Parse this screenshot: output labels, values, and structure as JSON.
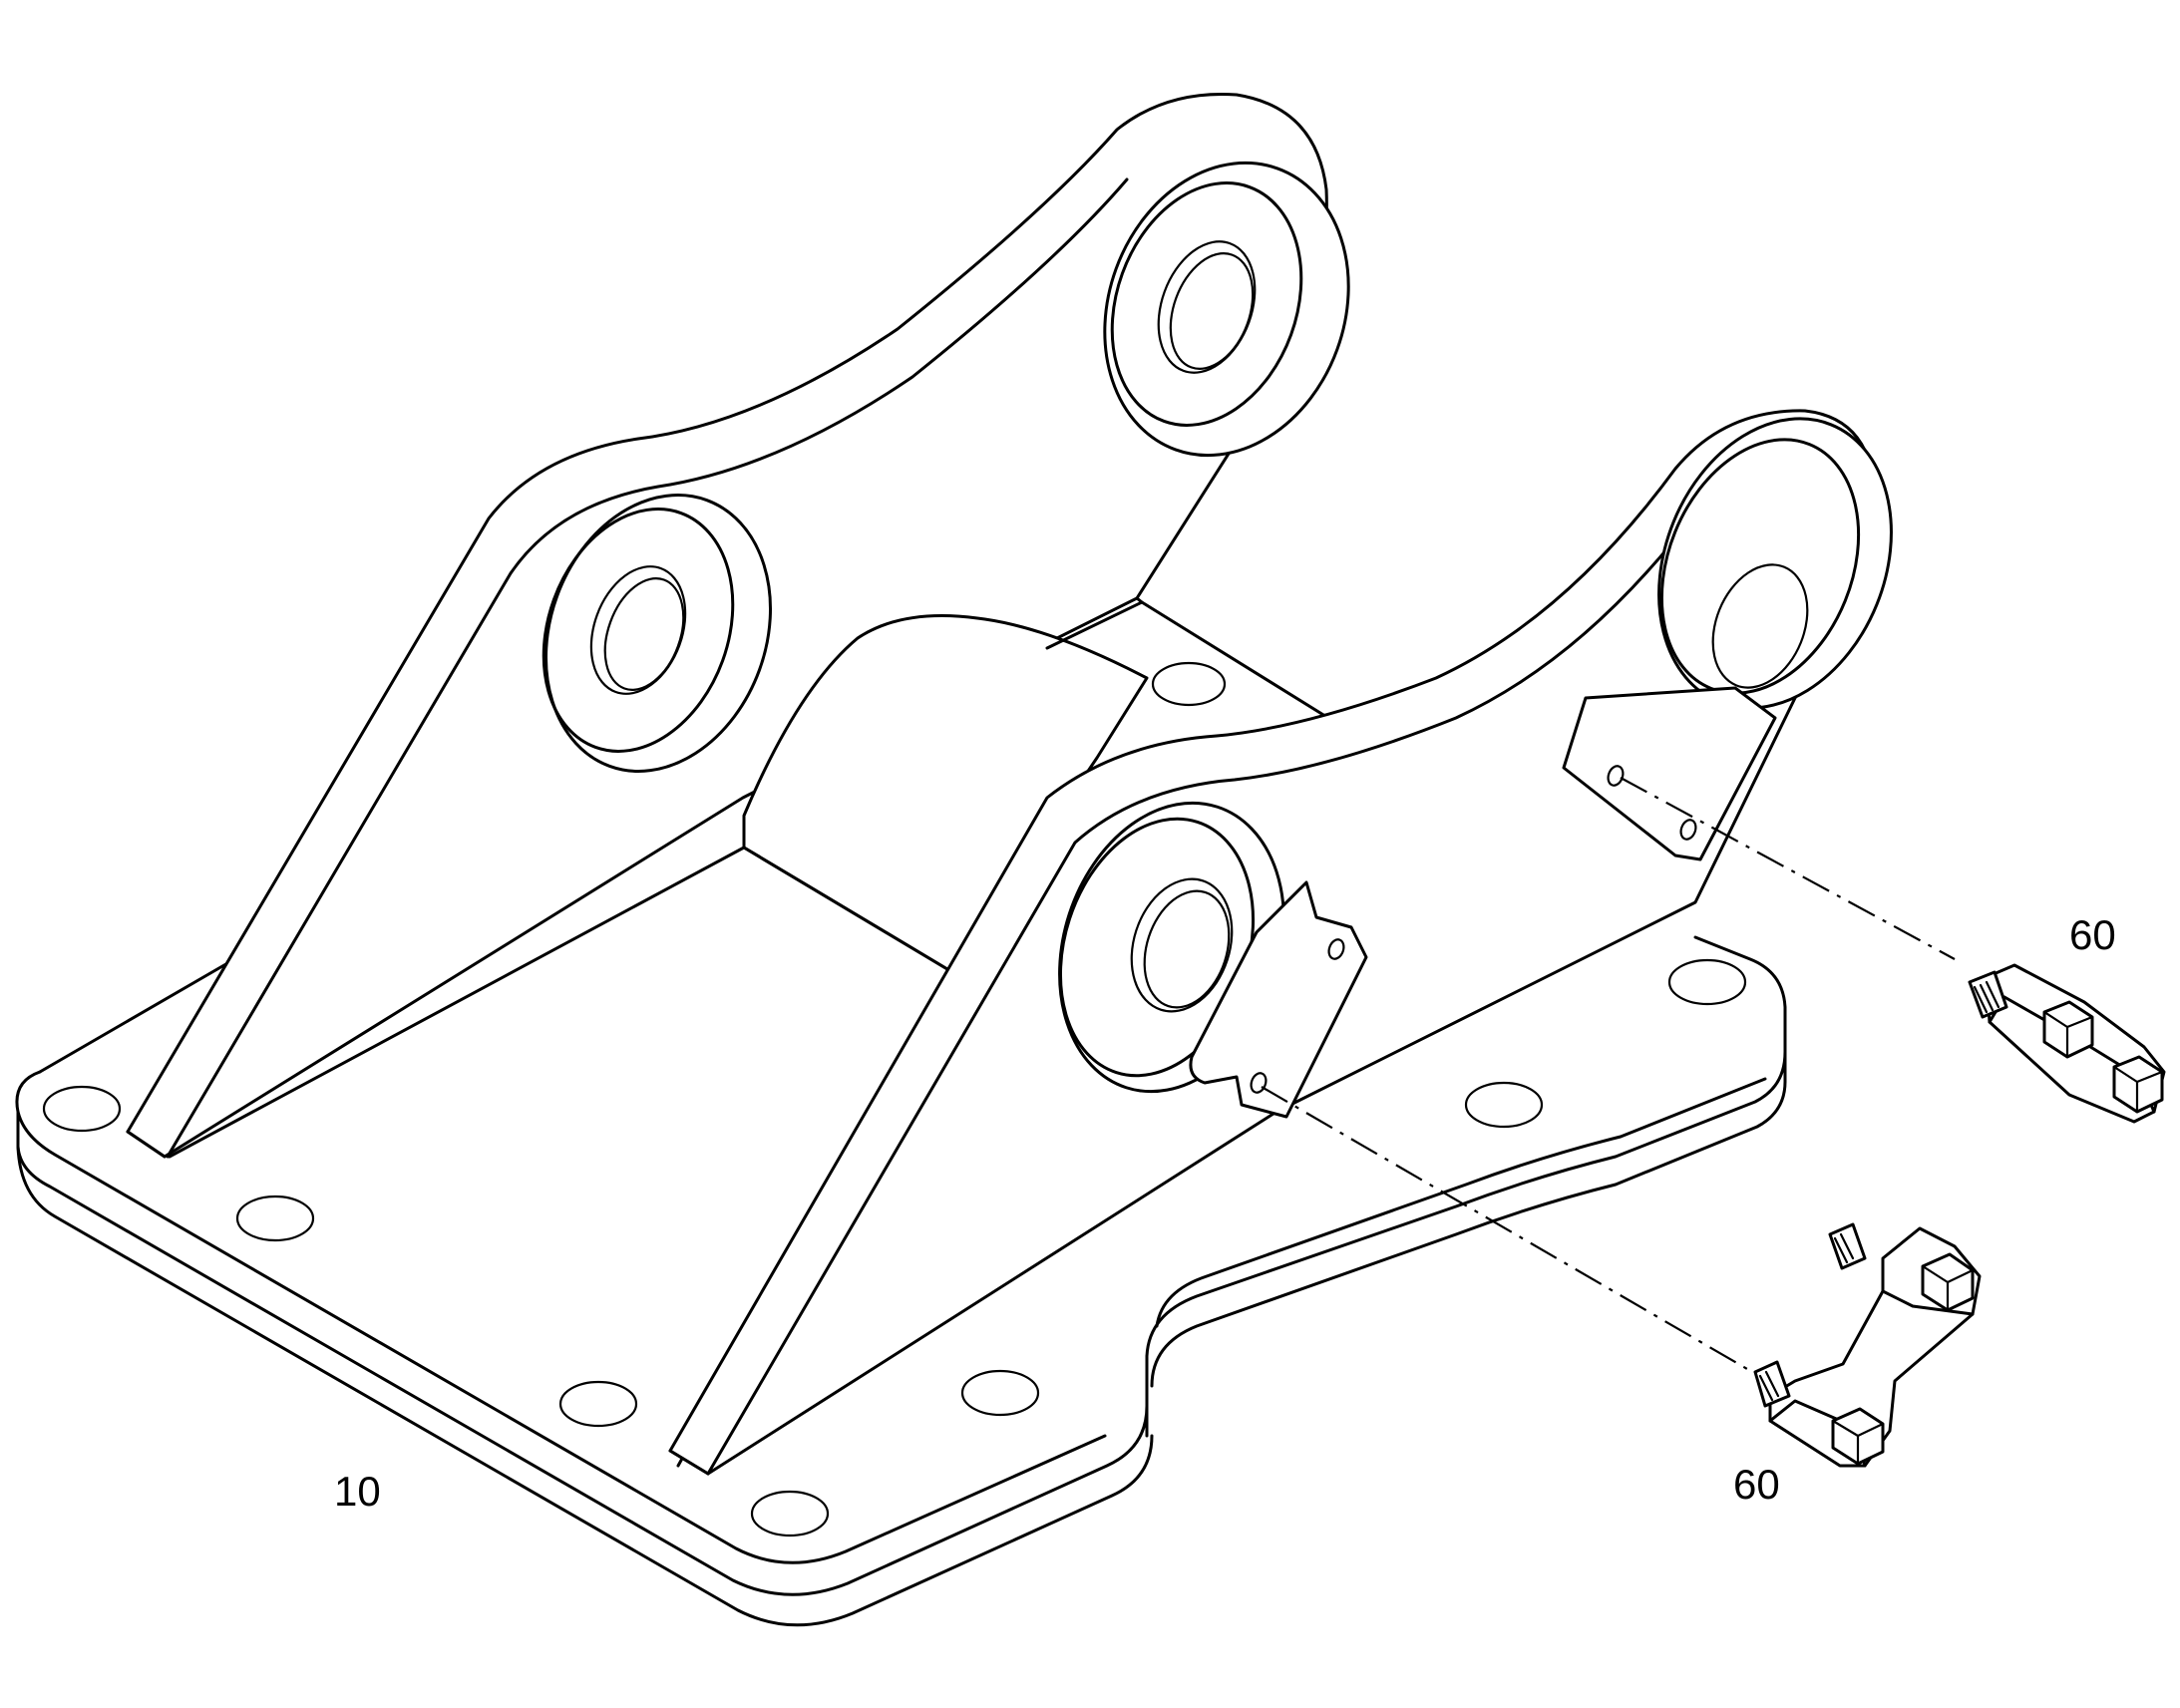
{
  "callouts": {
    "base_bracket": "10",
    "fastener_upper": "60",
    "fastener_lower": "60"
  },
  "colors": {
    "line": "#000000",
    "background": "#ffffff"
  }
}
